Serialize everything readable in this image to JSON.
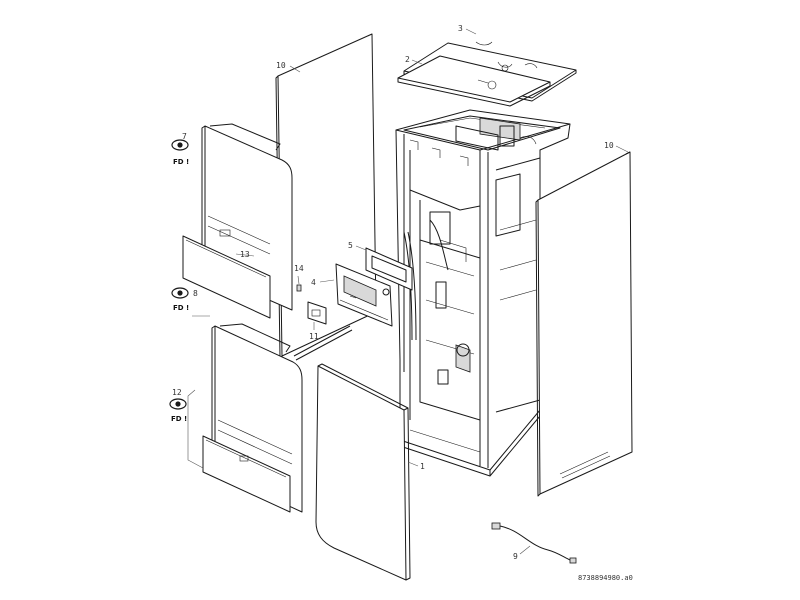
{
  "callouts": {
    "c1": "1",
    "c2": "2",
    "c3": "3",
    "c4": "4",
    "c5": "5",
    "c7": "7",
    "c8": "8",
    "c9": "9",
    "c10a": "10",
    "c10b": "10",
    "c11": "11",
    "c12": "12",
    "c13": "13",
    "c14": "14"
  },
  "notes": {
    "fd_7": "FD !",
    "fd_8": "FD !",
    "fd_12": "FD !"
  },
  "drawing_code": "8738894980.a0",
  "icons": [
    "eye-icon",
    "eye-icon",
    "eye-icon"
  ]
}
